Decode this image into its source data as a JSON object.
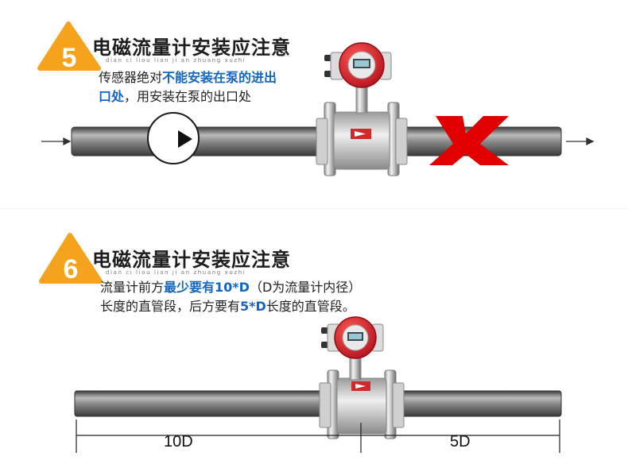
{
  "section5": {
    "number": "5",
    "title": "电磁流量计安装应注意",
    "pinyin": "dian ci liou lian ji an zhuang xuzhi",
    "desc_line1_a": "传感器绝对",
    "desc_line1_b": "不能安装在泵的进出",
    "desc_line2_a": "口处",
    "desc_line2_b": "，用安装在泵的出口处"
  },
  "section6": {
    "number": "6",
    "title": "电磁流量计安装应注意",
    "pinyin": "dian ci liou lian ji an zhuang xuzhi",
    "desc_line1_a": "流量计前方",
    "desc_line1_b": "最少要有10*D",
    "desc_line1_c": "（D为流量计内径）",
    "desc_line2_a": "长度的直管段，后方要有",
    "desc_line2_b": "5*D",
    "desc_line2_c": "长度的直管段。",
    "dim_upstream": "10D",
    "dim_downstream": "5D"
  },
  "colors": {
    "badge_orange": "#f5a21c",
    "highlight_blue": "#1565c0",
    "cross_red": "#e00000",
    "transmitter_red": "#d8202a",
    "pipe_gray": "#6e6e6e"
  }
}
